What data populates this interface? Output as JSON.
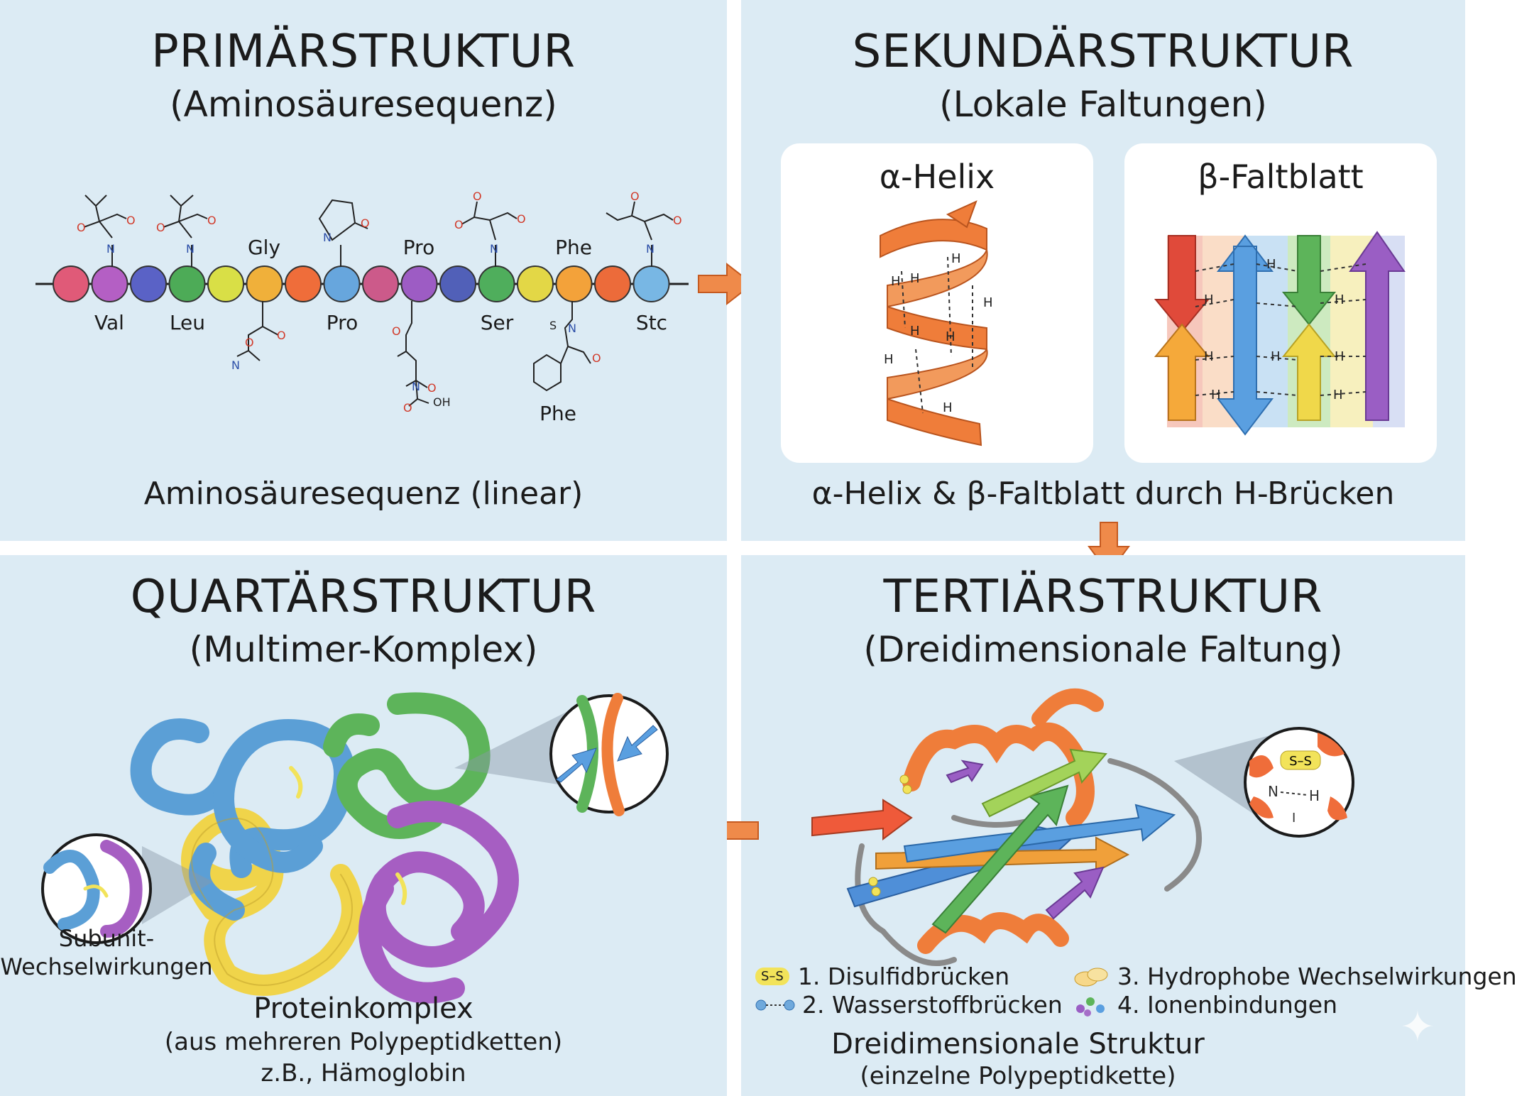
{
  "primary": {
    "title": "PRIMÄRSTRUKTUR",
    "subtitle": "(Aminosäuresequenz)",
    "caption": "Aminosäuresequenz (linear)",
    "labels_top": [
      "Gly",
      "Pro",
      "Phe"
    ],
    "labels_bottom": [
      "Val",
      "Leu",
      "Pro",
      "Ser",
      "Stc"
    ],
    "label_phe_ring": "Phe",
    "bead_colors": [
      "#e05a78",
      "#b45fc4",
      "#5a62c6",
      "#4dab57",
      "#d9df46",
      "#f0b03a",
      "#ef6d3a",
      "#67a6dd",
      "#cc5a8a",
      "#9d5cc4",
      "#5160b8",
      "#4fae5c",
      "#e3d746",
      "#f3a23a",
      "#ec6b3a",
      "#78b7e4"
    ]
  },
  "secondary": {
    "title": "SEKUNDÄRSTRUKTUR",
    "subtitle": "(Lokale Faltungen)",
    "helix_title": "α-Helix",
    "sheet_title": "β-Faltblatt",
    "caption": "α-Helix & β-Faltblatt durch H-Brücken",
    "hbond_label": "H",
    "helix_color": "#ef7d3a"
  },
  "tertiary": {
    "title": "TERTIÄRSTRUKTUR",
    "subtitle": "(Dreidimensionale Faltung)",
    "legend": [
      {
        "icon": "S–S",
        "label": "1. Disulfidbrücken"
      },
      {
        "icon": "",
        "label": "2. Wasserstoffbrücken"
      },
      {
        "icon": "",
        "label": "3. Hydrophobe Wechselwirkungen"
      },
      {
        "icon": "",
        "label": "4. Ionenbindungen"
      }
    ],
    "caption_main": "Dreidimensionale Struktur",
    "caption_sub": "(einzelne Polypeptidkette)",
    "inset": {
      "ss": "S–S",
      "n": "N",
      "h": "H",
      "i": "I"
    }
  },
  "quaternary": {
    "title": "QUARTÄRSTRUKTUR",
    "subtitle": "(Multimer-Komplex)",
    "subunit_label_1": "Subunit-",
    "subunit_label_2": "Wechselwirkungen",
    "caption_main": "Proteinkomplex",
    "caption_sub": "(aus mehreren Polypeptidketten)",
    "caption_example": "z.B., Hämoglobin",
    "colors": {
      "blue": "#5b9fd6",
      "green": "#5db45a",
      "yellow": "#f0d44a",
      "purple": "#a65ec2"
    }
  },
  "arrow_color": "#ef8a4a"
}
